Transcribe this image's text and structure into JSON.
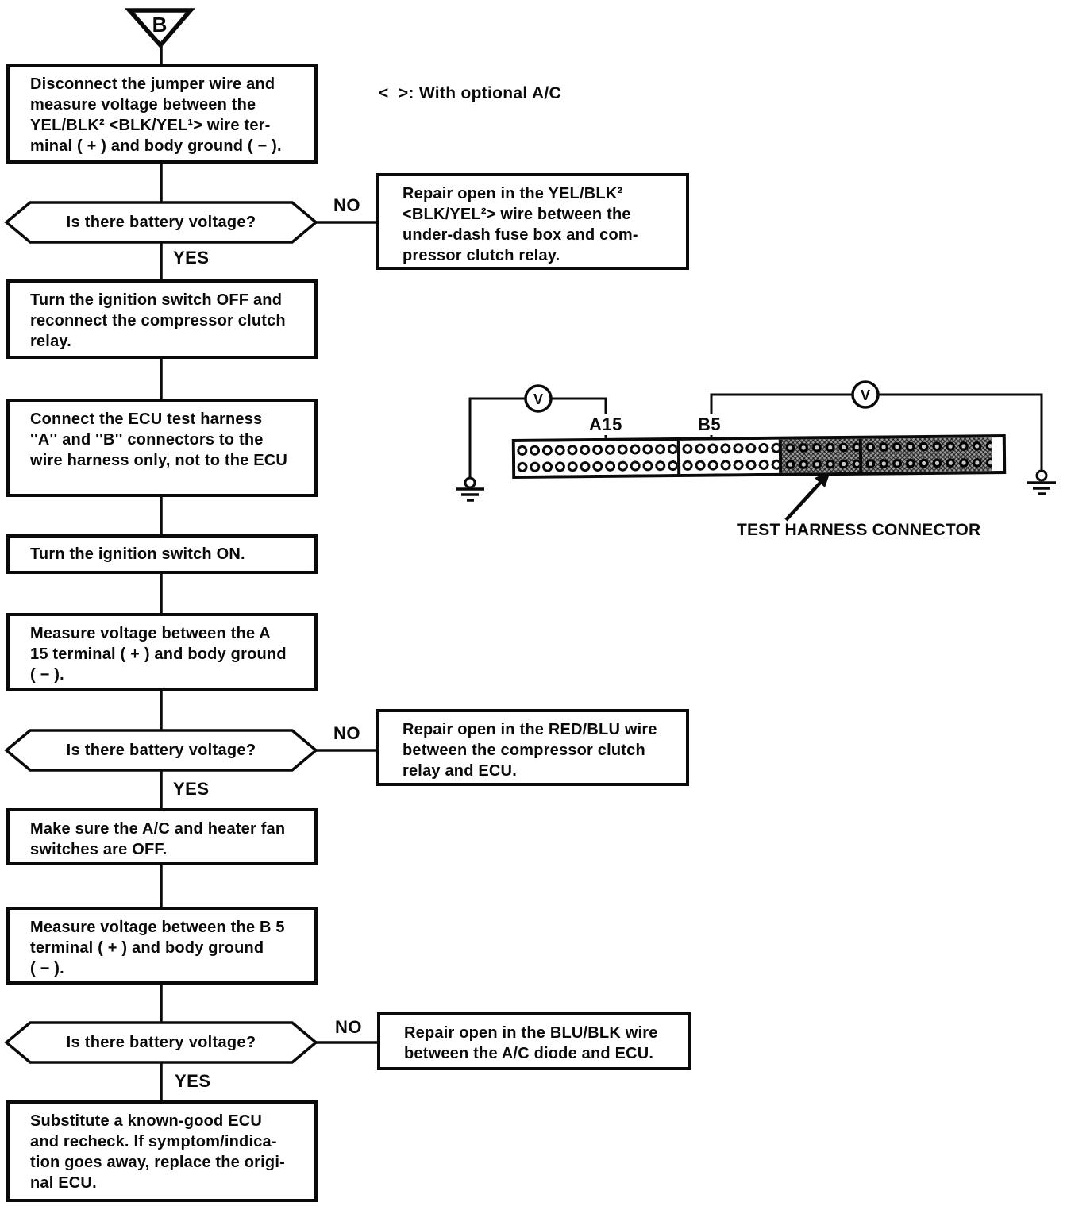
{
  "flow": {
    "entry_label": "B",
    "note": "<  >: With optional A/C",
    "yes_label": "YES",
    "no_label": "NO",
    "steps": {
      "disconnect": "Disconnect the jumper wire and\nmeasure voltage between the\nYEL/BLK² <BLK/YEL¹> wire ter-\nminal ( + ) and body ground ( − ).",
      "q1": "Is there battery voltage?",
      "repair_yel_blk": "Repair open in the YEL/BLK²\n<BLK/YEL²> wire between the\nunder-dash fuse box and com-\npressor clutch relay.",
      "turn_off": "Turn the ignition switch OFF and\nreconnect the compressor clutch\nrelay.",
      "connect_harness": "Connect the ECU test harness\n''A'' and ''B'' connectors to the\nwire harness only, not to the ECU",
      "ignition_on": "Turn the ignition switch ON.",
      "measure_a15": "Measure voltage between the A\n15 terminal ( + ) and body ground\n( − ).",
      "q2": "Is there battery voltage?",
      "repair_red_blu": "Repair open in the RED/BLU wire\nbetween the compressor clutch\nrelay and ECU.",
      "ac_off": "Make sure the A/C and heater fan\nswitches are OFF.",
      "measure_b5": "Measure voltage between the B 5\nterminal ( + ) and body ground\n( − ).",
      "q3": "Is there battery voltage?",
      "repair_blu_blk": "Repair open in the BLU/BLK wire\nbetween the A/C diode and ECU.",
      "substitute": "Substitute a known-good ECU\nand recheck. If symptom/indica-\ntion goes away, replace the origi-\nnal ECU."
    }
  },
  "diagram": {
    "terminal_a_label": "A15",
    "terminal_b_label": "B5",
    "voltmeter_label": "V",
    "caption": "TEST HARNESS CONNECTOR"
  }
}
